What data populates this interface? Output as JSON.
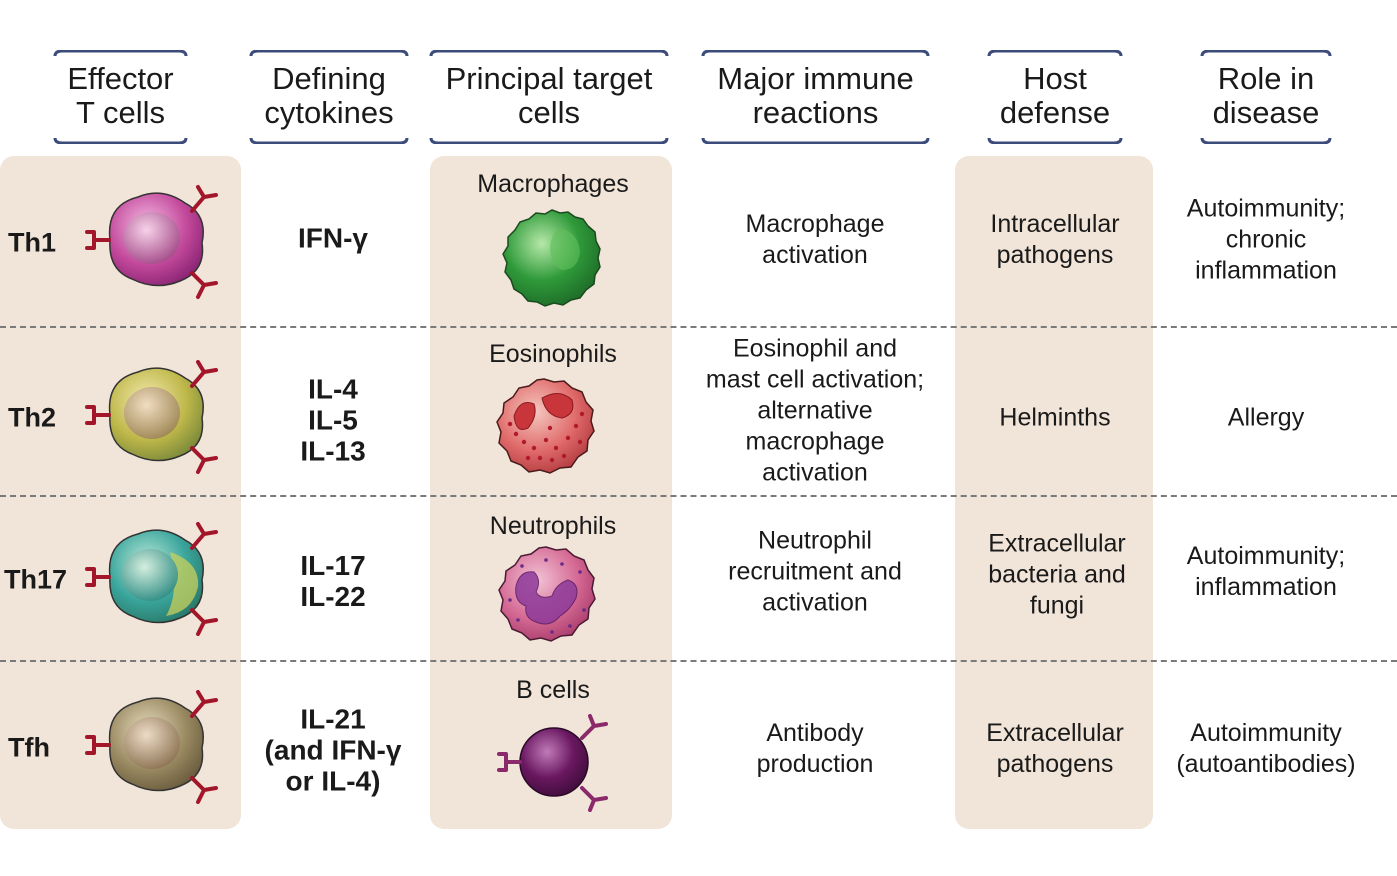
{
  "headers": [
    "Effector\nT cells",
    "Defining\ncytokines",
    "Principal target\ncells",
    "Major immune\nreactions",
    "Host\ndefense",
    "Role in\ndisease"
  ],
  "rows": [
    {
      "tcell": "Th1",
      "cytokines": "IFN-γ",
      "target": "Macrophages",
      "reaction": "Macrophage\nactivation",
      "defense": "Intracellular\npathogens",
      "disease": "Autoimmunity;\nchronic\ninflammation"
    },
    {
      "tcell": "Th2",
      "cytokines": "IL-4\nIL-5\nIL-13",
      "target": "Eosinophils",
      "reaction": "Eosinophil and\nmast cell activation;\nalternative\nmacrophage\nactivation",
      "defense": "Helminths",
      "disease": "Allergy"
    },
    {
      "tcell": "Th17",
      "cytokines": "IL-17\nIL-22",
      "target": "Neutrophils",
      "reaction": "Neutrophil\nrecruitment and\nactivation",
      "defense": "Extracellular\nbacteria and\nfungi",
      "disease": "Autoimmunity;\ninflammation"
    },
    {
      "tcell": "Tfh",
      "cytokines": "IL-21\n(and IFN-γ\nor IL-4)",
      "target": "B cells",
      "reaction": "Antibody\nproduction",
      "defense": "Extracellular\npathogens",
      "disease": "Autoimmunity\n(autoantibodies)"
    }
  ],
  "colors": {
    "panel": "#f1e4d8",
    "header_border": "#3b4c7a",
    "receptor": "#a3162a",
    "th1_cell": "#c44a9c",
    "th2_cell": "#d9cf5a",
    "th17_cell": "#3aa59c",
    "tfh_cell": "#9a8a62",
    "macrophage": "#2f9a3a",
    "eosinophil": "#c8353a",
    "neutrophil": "#c25a8a",
    "b_cell": "#6a1860"
  }
}
